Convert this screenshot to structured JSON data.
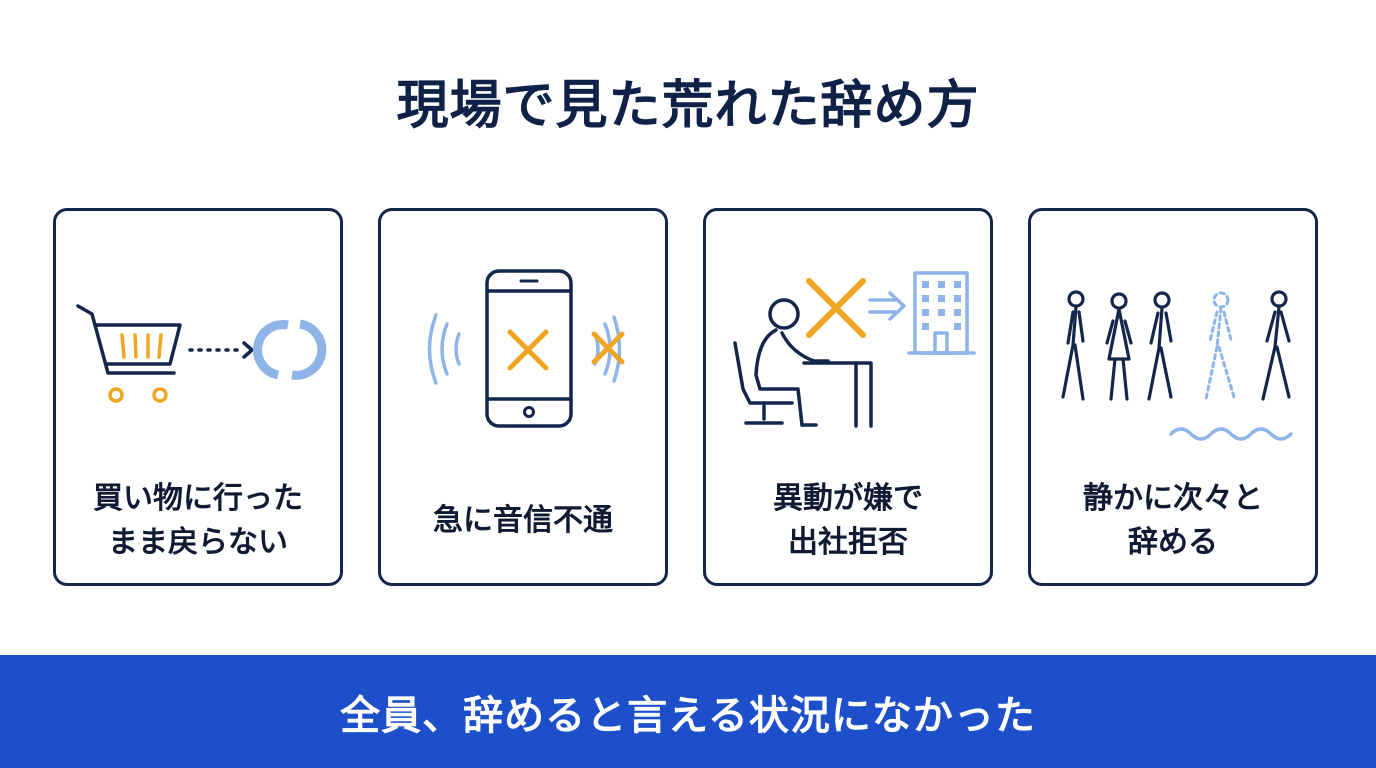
{
  "title": "現場で見た荒れた辞め方",
  "colors": {
    "navy": "#14264b",
    "accent_orange": "#f0a623",
    "light_blue": "#8eb4e8",
    "banner_blue": "#1d4fcb"
  },
  "cards": [
    {
      "icon": "shopping-cart-icon",
      "line1": "買い物に行った",
      "line2": "まま戻らない"
    },
    {
      "icon": "smartphone-no-signal-icon",
      "line1": "急に音信不通",
      "line2": ""
    },
    {
      "icon": "office-worker-refusing-icon",
      "line1": "異動が嫌で",
      "line2": "出社拒否"
    },
    {
      "icon": "people-walking-away-icon",
      "line1": "静かに次々と",
      "line2": "辞める"
    }
  ],
  "banner": {
    "text": "全員、辞めると言える状況になかった"
  }
}
